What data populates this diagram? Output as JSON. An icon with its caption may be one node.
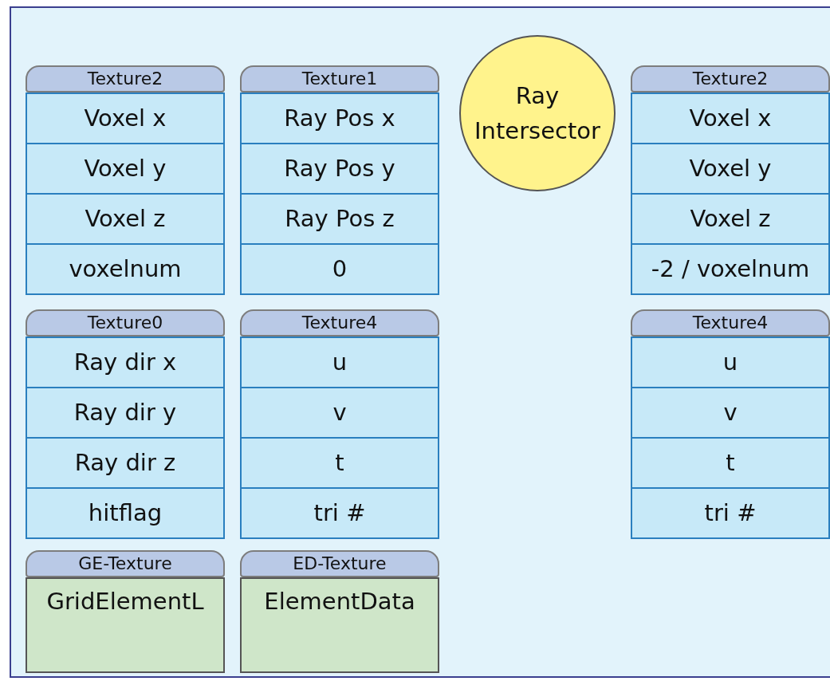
{
  "diagram": {
    "nodes": [
      {
        "text": [
          "Texture2"
        ]
      },
      {
        "text": [
          "Voxel x"
        ],
        "in": 0
      },
      {
        "text": [
          "Voxel y"
        ],
        "in": 0
      },
      {
        "text": [
          "Voxel z"
        ],
        "in": 0
      },
      {
        "text": [
          "voxelnum"
        ],
        "in": 0
      },
      {
        "text": [
          "Texture1"
        ]
      },
      {
        "text": [
          "Ray Pos x"
        ],
        "in": 5
      },
      {
        "text": [
          "Ray Pos y"
        ],
        "in": 5
      },
      {
        "text": [
          "Ray Pos z"
        ],
        "in": 5
      },
      {
        "text": [
          "0"
        ],
        "in": 5
      },
      {
        "text": [
          "Ray Intersector"
        ]
      },
      {
        "text": [
          "Texture2"
        ]
      },
      {
        "text": [
          "Voxel x"
        ],
        "in": 11
      },
      {
        "text": [
          "Voxel y"
        ],
        "in": 11
      },
      {
        "text": [
          "Voxel z"
        ],
        "in": 11
      },
      {
        "text": [
          "-2 / voxelnum"
        ],
        "in": 11
      },
      {
        "text": [
          "Texture0"
        ]
      },
      {
        "text": [
          "Ray dir x"
        ],
        "in": 16
      },
      {
        "text": [
          "Ray dir y"
        ],
        "in": 16
      },
      {
        "text": [
          "Ray dir z"
        ],
        "in": 16
      },
      {
        "text": [
          "hitflag"
        ],
        "in": 16
      },
      {
        "text": [
          "Texture4"
        ]
      },
      {
        "text": [
          "u"
        ],
        "in": 21
      },
      {
        "text": [
          "v"
        ],
        "in": 21
      },
      {
        "text": [
          "t"
        ],
        "in": 21
      },
      {
        "text": [
          "tri #"
        ],
        "in": 21
      },
      {
        "text": [
          "Texture4"
        ]
      },
      {
        "text": [
          "u"
        ],
        "in": 26
      },
      {
        "text": [
          "v"
        ],
        "in": 26
      },
      {
        "text": [
          "t"
        ],
        "in": 26
      },
      {
        "text": [
          "tri #"
        ],
        "in": 26
      },
      {
        "text": [
          "GE-Texture"
        ]
      },
      {
        "text": [
          "GridElementL"
        ],
        "in": 31
      },
      {
        "text": [
          "ED-Texture"
        ]
      },
      {
        "text": [
          "ElementData"
        ],
        "in": 33
      }
    ]
  }
}
